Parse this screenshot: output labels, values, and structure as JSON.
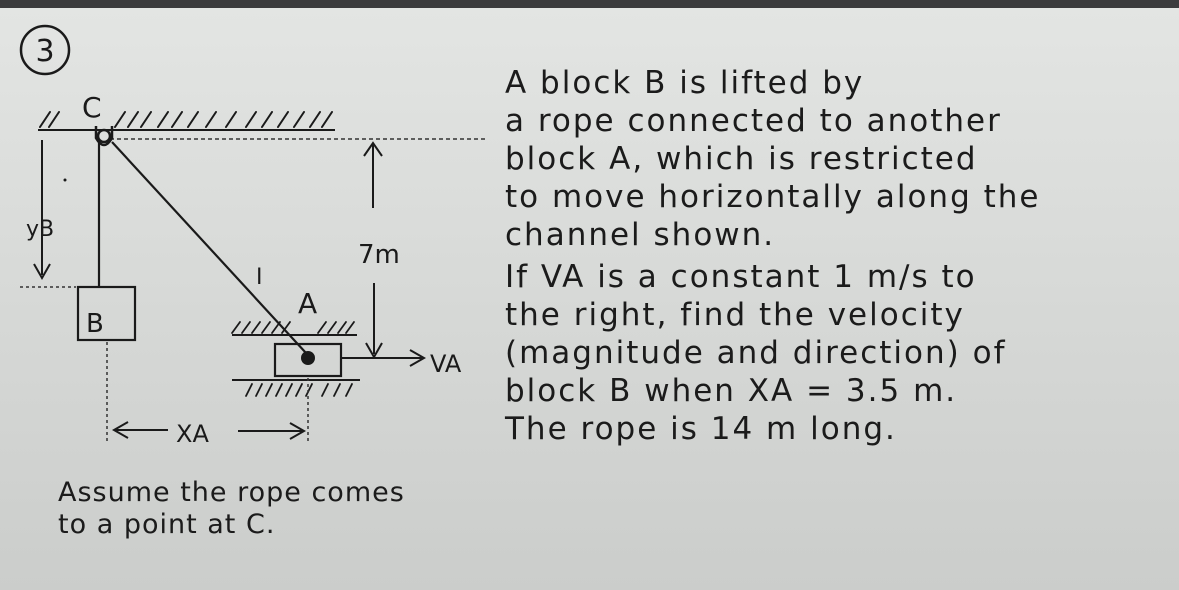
{
  "problem_number": "3",
  "diagram": {
    "point_c_label": "C",
    "block_b_label": "B",
    "block_a_label": "A",
    "yb_label": "yB",
    "height_label": "7m",
    "va_label": "VA",
    "xa_label": "XA",
    "cursor_glyph": "I"
  },
  "problem_text": {
    "lines": [
      "A  block  B  is  lifted  by",
      "a  rope  connected  to  another",
      "block  A,  which  is  restricted",
      "to  move  horizontally  along  the",
      "channel  shown.",
      "If  VA  is  a  constant  1  m/s  to",
      "the  right,  find  the  velocity",
      "(magnitude  and  direction)  of",
      "block  B  when  XA = 3.5 m.",
      "The  rope  is  14  m  long."
    ]
  },
  "note": {
    "lines": [
      "Assume  the  rope  comes",
      "to  a  point  at  C."
    ]
  }
}
